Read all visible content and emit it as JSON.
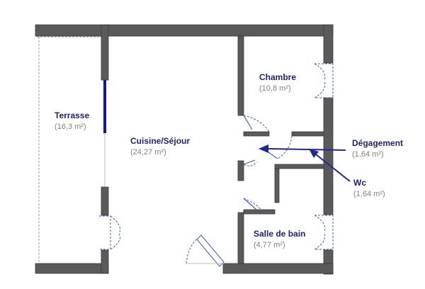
{
  "colors": {
    "wall": "#5a5a5a",
    "wall_edge": "#3a3a3a",
    "window": "#1515a8",
    "label": "#1a237e",
    "area": "#808080",
    "door": "#3a5fcd",
    "arrow": "#1a2a9a",
    "outline": "#9a9a9a"
  },
  "rooms": {
    "terrasse": {
      "name": "Terrasse",
      "area": "(16,3 m²)"
    },
    "cuisine": {
      "name": "Cuisine/Séjour",
      "area": "(24,27 m²)"
    },
    "chambre": {
      "name": "Chambre",
      "area": "(10,8 m²)"
    },
    "degagement": {
      "name": "Dégagement",
      "area": "(1,64 m²)"
    },
    "wc": {
      "name": "Wc",
      "area": "(1,64 m²)"
    },
    "salle_de_bain": {
      "name": "Salle de bain",
      "area": "(4,77 m²)"
    }
  }
}
